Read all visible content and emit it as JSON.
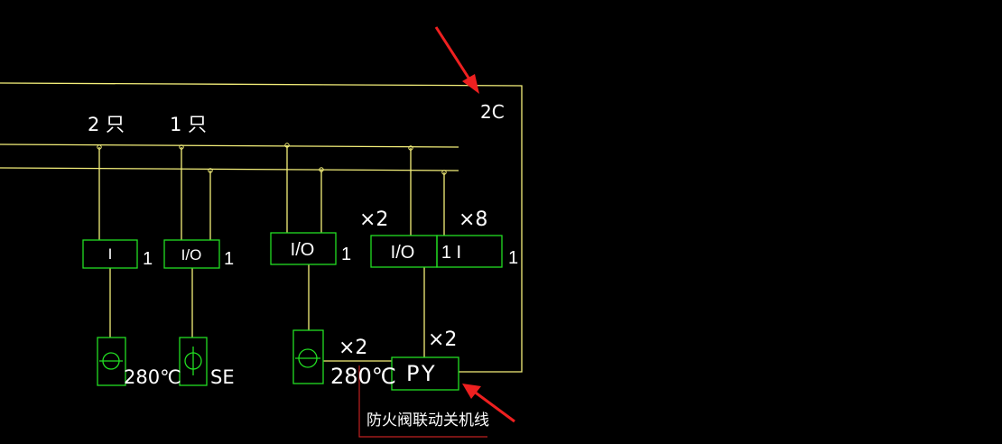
{
  "labels": {
    "bus_2c": "2C",
    "count_2": "2 只",
    "count_1": "1 只",
    "mult_x2_top": "×2",
    "mult_x8": "×8",
    "mult_x2_mid": "×2",
    "mult_x2_py": "×2",
    "temp_280_left": "280℃",
    "se": "SE",
    "temp_280_right": "280℃",
    "py": "PY",
    "note_fire_damper": "防火阀联动关机线"
  },
  "modules": [
    {
      "text": "I",
      "suffix": "1"
    },
    {
      "text": "I/O",
      "suffix": "1"
    },
    {
      "text": "I/O",
      "suffix": "1"
    },
    {
      "text": "I/O",
      "suffix": ""
    },
    {
      "text": "1 I",
      "suffix": "1"
    }
  ],
  "colors": {
    "wire": "#f5f07a",
    "module": "#22dd22",
    "note_wire": "#c02020",
    "arrow": "#ee2020",
    "text": "#ffffff"
  }
}
